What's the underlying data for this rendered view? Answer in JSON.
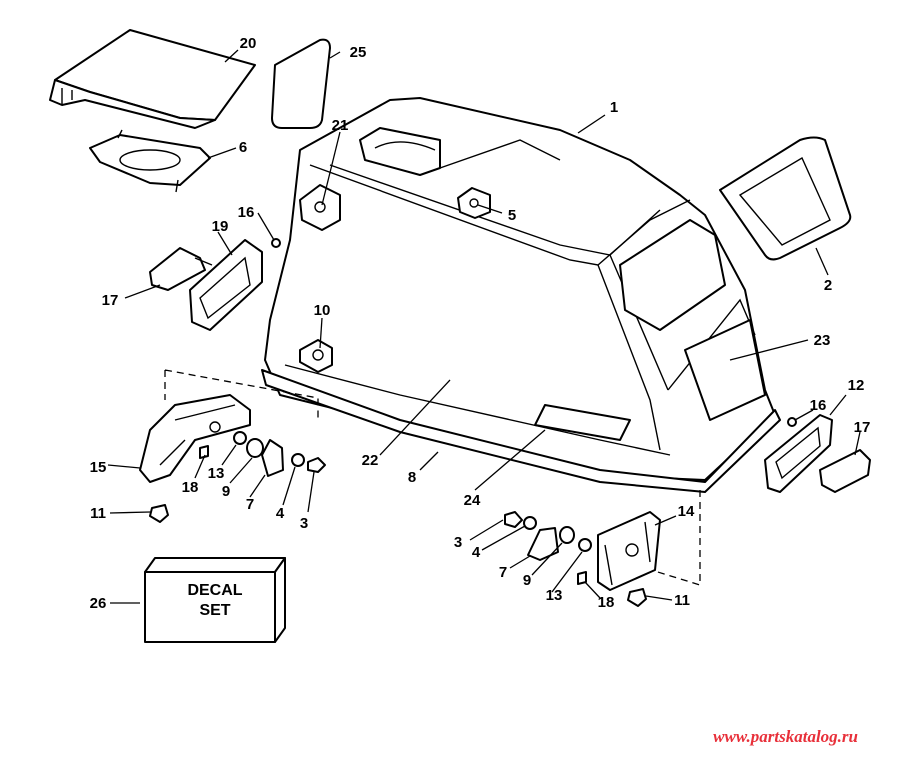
{
  "labels": {
    "l1": "1",
    "l2": "2",
    "l3a": "3",
    "l3b": "3",
    "l4a": "4",
    "l4b": "4",
    "l5": "5",
    "l6": "6",
    "l7a": "7",
    "l7b": "7",
    "l8": "8",
    "l9a": "9",
    "l9b": "9",
    "l10": "10",
    "l11a": "11",
    "l11b": "11",
    "l12": "12",
    "l13a": "13",
    "l13b": "13",
    "l14": "14",
    "l15": "15",
    "l16a": "16",
    "l16b": "16",
    "l17a": "17",
    "l17b": "17",
    "l18a": "18",
    "l18b": "18",
    "l19": "19",
    "l20": "20",
    "l21": "21",
    "l22": "22",
    "l23": "23",
    "l24": "24",
    "l25": "25",
    "l26": "26"
  },
  "decal": {
    "line1": "DECAL",
    "line2": "SET"
  },
  "watermark": "www.partskatalog.ru"
}
